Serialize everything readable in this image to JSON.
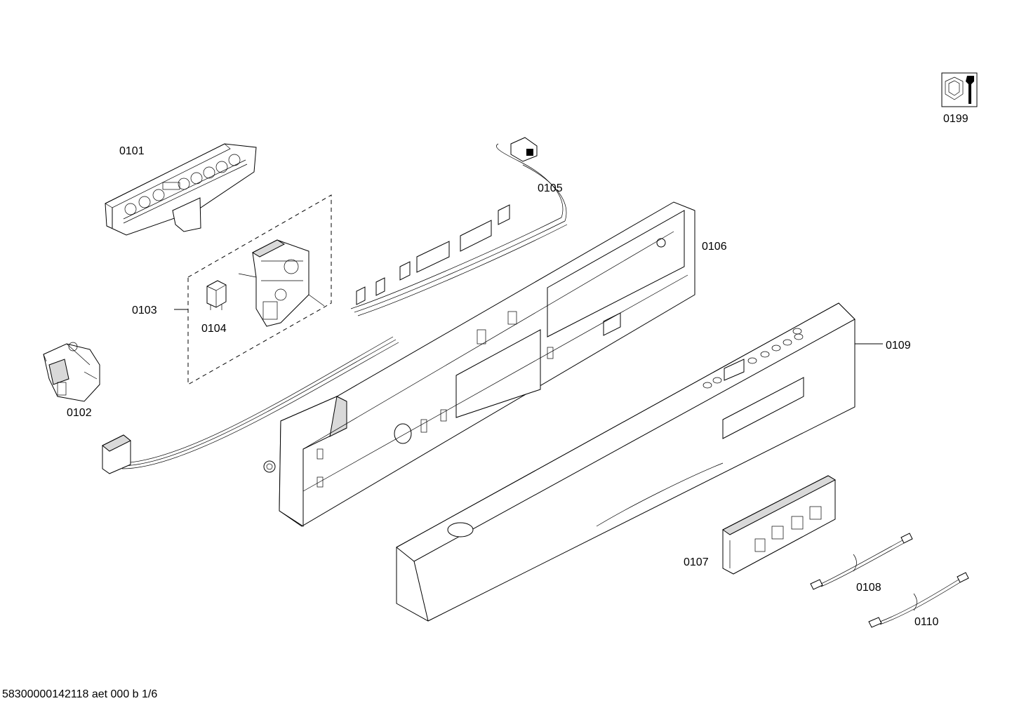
{
  "diagram": {
    "parts": [
      {
        "id": "0101"
      },
      {
        "id": "0102"
      },
      {
        "id": "0103"
      },
      {
        "id": "0104"
      },
      {
        "id": "0105"
      },
      {
        "id": "0106"
      },
      {
        "id": "0107"
      },
      {
        "id": "0108"
      },
      {
        "id": "0109"
      },
      {
        "id": "0110"
      },
      {
        "id": "0199"
      }
    ]
  },
  "footer": {
    "text": "58300000142118 aet 000 b 1/6"
  },
  "colors": {
    "line": "#000000",
    "background": "#ffffff",
    "shade": "#d9d9d9"
  }
}
